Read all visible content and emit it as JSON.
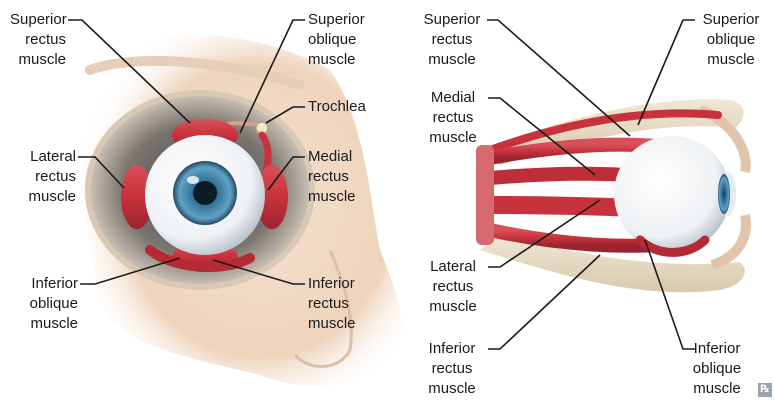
{
  "left_panel": {
    "labels": {
      "superior_rectus": [
        "Superior",
        "rectus",
        "muscle"
      ],
      "superior_oblique": [
        "Superior",
        "oblique",
        "muscle"
      ],
      "trochlea": [
        "Trochlea"
      ],
      "lateral_rectus": [
        "Lateral",
        "rectus",
        "muscle"
      ],
      "medial_rectus": [
        "Medial",
        "rectus",
        "muscle"
      ],
      "inferior_oblique": [
        "Inferior",
        "oblique",
        "muscle"
      ],
      "inferior_rectus": [
        "Inferior",
        "rectus",
        "muscle"
      ]
    }
  },
  "right_panel": {
    "labels": {
      "superior_rectus": [
        "Superior",
        "rectus",
        "muscle"
      ],
      "superior_oblique": [
        "Superior",
        "oblique",
        "muscle"
      ],
      "medial_rectus": [
        "Medial",
        "rectus",
        "muscle"
      ],
      "lateral_rectus": [
        "Lateral",
        "rectus",
        "muscle"
      ],
      "inferior_rectus": [
        "Inferior",
        "rectus",
        "muscle"
      ],
      "inferior_oblique": [
        "Inferior",
        "oblique",
        "muscle"
      ]
    }
  },
  "colors": {
    "muscle": "#c8323c",
    "muscle_dark": "#8e1f28",
    "skin": "#f3ddc8",
    "bone": "#e8dcc4",
    "iris": "#4c8fb0",
    "leader_line": "#1a1a1a"
  },
  "icons": {
    "corner_mark": "rx-logo-icon"
  }
}
